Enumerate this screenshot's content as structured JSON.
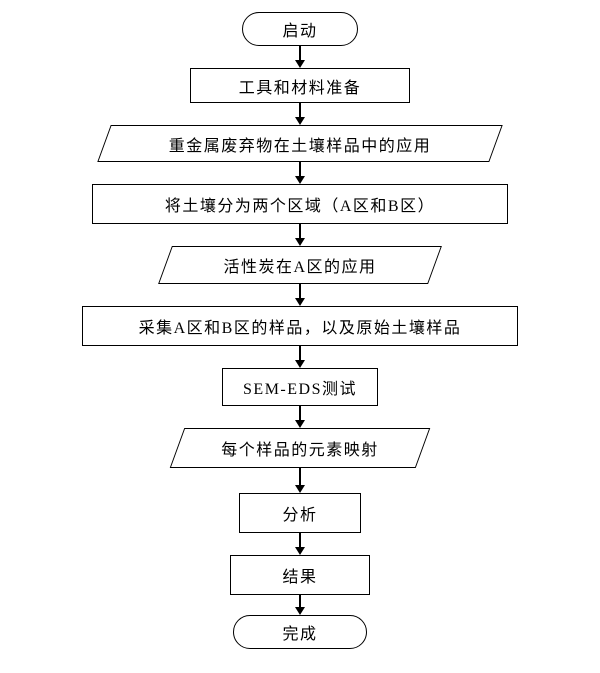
{
  "flowchart": {
    "title": "soil-experiment-procedure-flowchart",
    "line_color": "#000000",
    "background_color": "#ffffff",
    "nodes": [
      {
        "id": "start",
        "shape": "stadium",
        "label": "启动"
      },
      {
        "id": "tools-prep",
        "shape": "rect",
        "label": "工具和材料准备"
      },
      {
        "id": "waste-application",
        "shape": "parallelogram",
        "label": "重金属废弃物在土壤样品中的应用"
      },
      {
        "id": "divide-soil",
        "shape": "rect",
        "label": "将土壤分为两个区域（A区和B区）"
      },
      {
        "id": "activated-carbon",
        "shape": "parallelogram",
        "label": "活性炭在A区的应用"
      },
      {
        "id": "collect-samples",
        "shape": "rect",
        "label": "采集A区和B区的样品，以及原始土壤样品"
      },
      {
        "id": "sem-eds-test",
        "shape": "rect",
        "label": "SEM-EDS测试"
      },
      {
        "id": "element-mapping",
        "shape": "parallelogram",
        "label": "每个样品的元素映射"
      },
      {
        "id": "analysis",
        "shape": "rect",
        "label": "分析"
      },
      {
        "id": "result",
        "shape": "rect",
        "label": "结果"
      },
      {
        "id": "finish",
        "shape": "stadium",
        "label": "完成"
      }
    ],
    "connections": "sequential-top-to-bottom"
  }
}
